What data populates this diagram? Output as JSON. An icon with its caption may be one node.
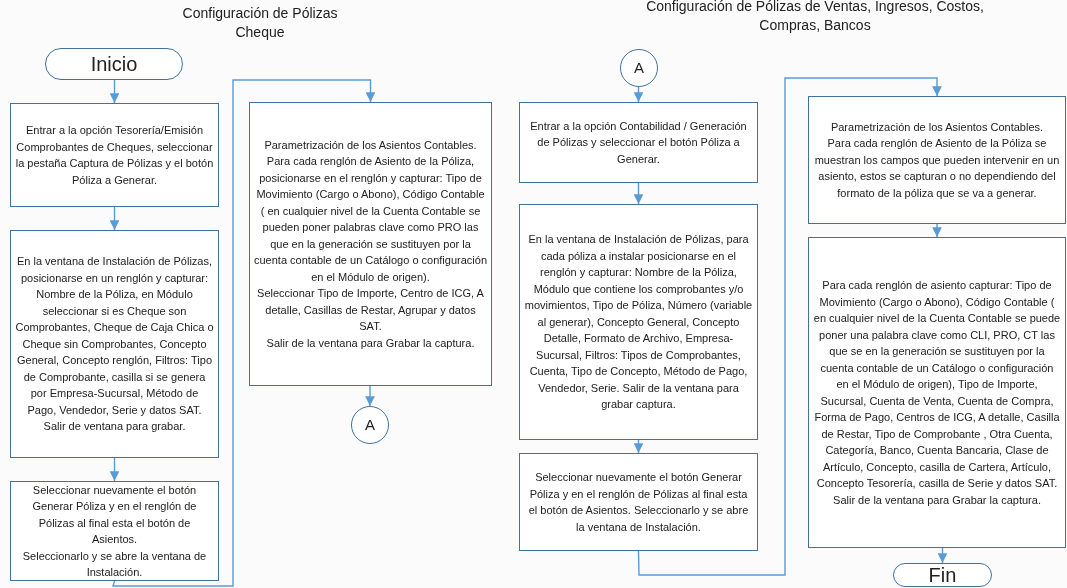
{
  "diagram": {
    "nodes": [
      {
        "text": [
          "Inicio"
        ]
      },
      {
        "text": [
          "Entrar a la opción Tesorería/Emisión Comprobantes de Cheques, seleccionar la pestaña Captura de Pólizas y el botón Póliza a Generar."
        ]
      },
      {
        "text": [
          "En la ventana de Instalación de Pólizas, posicionarse en un renglón y capturar: Nombre de la Póliza, en Módulo seleccionar si es Cheque son Comprobantes, Cheque de Caja Chica o Cheque sin Comprobantes, Concepto General, Concepto renglón, Filtros: Tipo de Comprobante, casilla si se genera por Empresa-Sucursal, Método de Pago, Vendedor, Serie y datos SAT. Salir de ventana para grabar."
        ]
      },
      {
        "text": [
          "Seleccionar nuevamente el botón Generar Póliza y en el renglón de Pólizas al final esta el botón de Asientos.",
          "Seleccionarlo y se abre la ventana de Instalación."
        ]
      },
      {
        "text": [
          "Parametrización de los Asientos Contables.",
          "Para cada renglón de Asiento de la Póliza, posicionarse en el renglón y capturar: Tipo de Movimiento (Cargo o Abono), Código Contable ( en cualquier nivel de la Cuenta Contable se pueden poner palabras clave como PRO las que en la generación se sustituyen por la cuenta contable de un Catálogo o configuración en el Módulo de origen).",
          "Seleccionar Tipo de Importe, Centro de ICG, A detalle, Casillas de Restar, Agrupar y datos SAT.",
          "Salir de la ventana para Grabar la captura."
        ]
      },
      {
        "text": [
          "A"
        ]
      },
      {
        "text": [
          "A"
        ]
      },
      {
        "text": [
          "Entrar a la opción Contabilidad / Generación de Pólizas y seleccionar el botón Póliza a Generar."
        ]
      },
      {
        "text": [
          "En la ventana de Instalación de Pólizas, para cada póliza a instalar posicionarse en el renglón y capturar: Nombre de la Póliza, Módulo que contiene los comprobantes y/o movimientos, Tipo de Póliza, Número (variable al generar), Concepto General, Concepto Detalle, Formato de Archivo, Empresa-Sucursal, Filtros: Tipos de Comprobantes, Cuenta, Tipo de Concepto, Método de Pago, Vendedor, Serie. Salir de la ventana para grabar captura."
        ]
      },
      {
        "text": [
          "Seleccionar nuevamente el botón Generar Póliza y en el renglón de Pólizas al final esta el botón de Asientos. Seleccionarlo y se abre la ventana de Instalación."
        ]
      },
      {
        "text": [
          "Parametrización de los Asientos Contables.",
          "Para cada renglón de Asiento de la Póliza se muestran los campos que pueden intervenir en un asiento, estos se capturan o no dependiendo del formato de la póliza que se va a generar."
        ]
      },
      {
        "text": [
          "Para cada renglón de asiento capturar: Tipo de Movimiento (Cargo o Abono), Código Contable ( en cualquier nivel de la Cuenta Contable se puede poner una palabra clave como CLI, PRO, CT las que se en la generación se sustituyen por la cuenta contable de un Catálogo o configuración en el Módulo de origen), Tipo de Importe, Sucursal, Cuenta de Venta, Cuenta de Compra, Forma de Pago, Centros de ICG, A detalle, Casilla de Restar, Tipo de Comprobante , Otra Cuenta, Categoría, Banco, Cuenta Bancaria, Clase de Artículo, Concepto, casilla de Cartera, Artículo, Concepto Tesorería, casilla de Serie y datos SAT. Salir de la ventana para Grabar la captura."
        ]
      },
      {
        "text": [
          "Fin"
        ]
      }
    ],
    "edges": [
      {
        "from": 0,
        "to": 1,
        "arrow": "to"
      },
      {
        "from": 1,
        "to": 2,
        "arrow": "to"
      },
      {
        "from": 2,
        "to": 3,
        "arrow": "to"
      },
      {
        "from": 3,
        "to": 4,
        "arrow": "to"
      },
      {
        "from": 4,
        "to": 5,
        "arrow": "to"
      },
      {
        "from": 6,
        "to": 7,
        "arrow": "to"
      },
      {
        "from": 7,
        "to": 8,
        "arrow": "to"
      },
      {
        "from": 8,
        "to": 9,
        "arrow": "to"
      },
      {
        "from": 9,
        "to": 10,
        "arrow": "to"
      },
      {
        "from": 10,
        "to": 11,
        "arrow": "to"
      },
      {
        "from": 11,
        "to": 12,
        "arrow": "to"
      }
    ],
    "labels": [
      "Configuración de Pólizas Cheque",
      "Configuración de Pólizas de Ventas, Ingresos, Costos, Compras, Bancos"
    ]
  }
}
